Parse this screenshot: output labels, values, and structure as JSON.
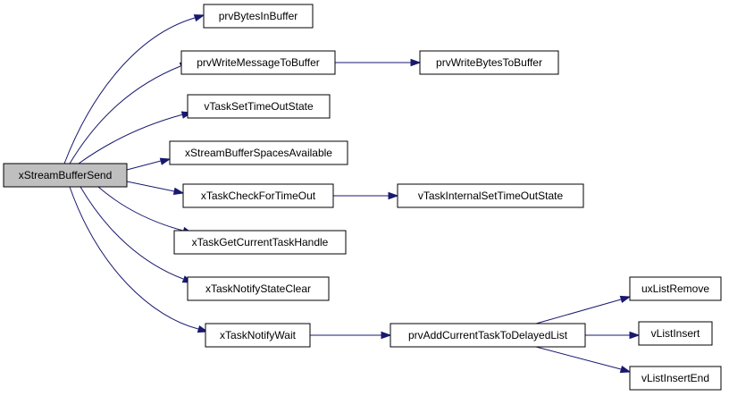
{
  "diagram": {
    "type": "call-graph",
    "edge_color": "#191970",
    "root_fill": "#bfbfbf",
    "nodes": [
      {
        "id": "root",
        "label": "xStreamBufferSend"
      },
      {
        "id": "n1",
        "label": "prvBytesInBuffer"
      },
      {
        "id": "n2",
        "label": "prvWriteMessageToBuffer"
      },
      {
        "id": "n3",
        "label": "prvWriteBytesToBuffer"
      },
      {
        "id": "n4",
        "label": "vTaskSetTimeOutState"
      },
      {
        "id": "n5",
        "label": "xStreamBufferSpacesAvailable"
      },
      {
        "id": "n6",
        "label": "xTaskCheckForTimeOut"
      },
      {
        "id": "n7",
        "label": "vTaskInternalSetTimeOutState"
      },
      {
        "id": "n8",
        "label": "xTaskGetCurrentTaskHandle"
      },
      {
        "id": "n9",
        "label": "xTaskNotifyStateClear"
      },
      {
        "id": "n10",
        "label": "xTaskNotifyWait"
      },
      {
        "id": "n11",
        "label": "prvAddCurrentTaskToDelayedList"
      },
      {
        "id": "n12",
        "label": "uxListRemove"
      },
      {
        "id": "n13",
        "label": "vListInsert"
      },
      {
        "id": "n14",
        "label": "vListInsertEnd"
      }
    ],
    "edges": [
      {
        "from": "root",
        "to": "n1"
      },
      {
        "from": "root",
        "to": "n2"
      },
      {
        "from": "root",
        "to": "n4"
      },
      {
        "from": "root",
        "to": "n5"
      },
      {
        "from": "root",
        "to": "n6"
      },
      {
        "from": "root",
        "to": "n8"
      },
      {
        "from": "root",
        "to": "n9"
      },
      {
        "from": "root",
        "to": "n10"
      },
      {
        "from": "n2",
        "to": "n3"
      },
      {
        "from": "n6",
        "to": "n7"
      },
      {
        "from": "n10",
        "to": "n11"
      },
      {
        "from": "n11",
        "to": "n12"
      },
      {
        "from": "n11",
        "to": "n13"
      },
      {
        "from": "n11",
        "to": "n14"
      }
    ]
  }
}
